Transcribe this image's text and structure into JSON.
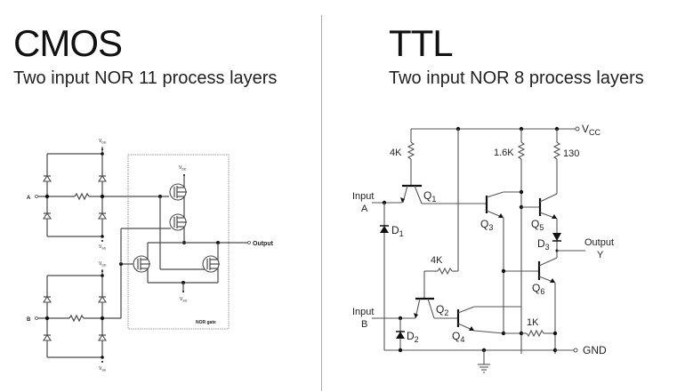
{
  "left_panel": {
    "title": "CMOS",
    "subtitle": "Two input NOR 11 process layers",
    "schematic": {
      "input_a": "A",
      "input_b": "B",
      "output": "Output",
      "vdd": "V",
      "vdd_sub": "DD",
      "vss": "V",
      "vss_sub": "SS",
      "box_label": "NOR gate"
    }
  },
  "right_panel": {
    "title": "TTL",
    "subtitle": "Two input NOR 8 process layers",
    "schematic": {
      "vcc": "V",
      "vcc_sub": "CC",
      "gnd": "GND",
      "input_a_line1": "Input",
      "input_a_line2": "A",
      "input_b_line1": "Input",
      "input_b_line2": "B",
      "output_line1": "Output",
      "output_line2": "Y",
      "resistors": {
        "r1": "4K",
        "r2": "1.6K",
        "r3": "130",
        "r4": "4K",
        "r5": "1K"
      },
      "transistors": {
        "q1": "Q",
        "q1_sub": "1",
        "q2": "Q",
        "q2_sub": "2",
        "q3": "Q",
        "q3_sub": "3",
        "q4": "Q",
        "q4_sub": "4",
        "q5": "Q",
        "q5_sub": "5",
        "q6": "Q",
        "q6_sub": "6"
      },
      "diodes": {
        "d1": "D",
        "d1_sub": "1",
        "d2": "D",
        "d2_sub": "2",
        "d3": "D",
        "d3_sub": "3"
      }
    }
  },
  "colors": {
    "divider": "#d9a878",
    "wire": "#4a4a4a",
    "text": "#111111"
  }
}
